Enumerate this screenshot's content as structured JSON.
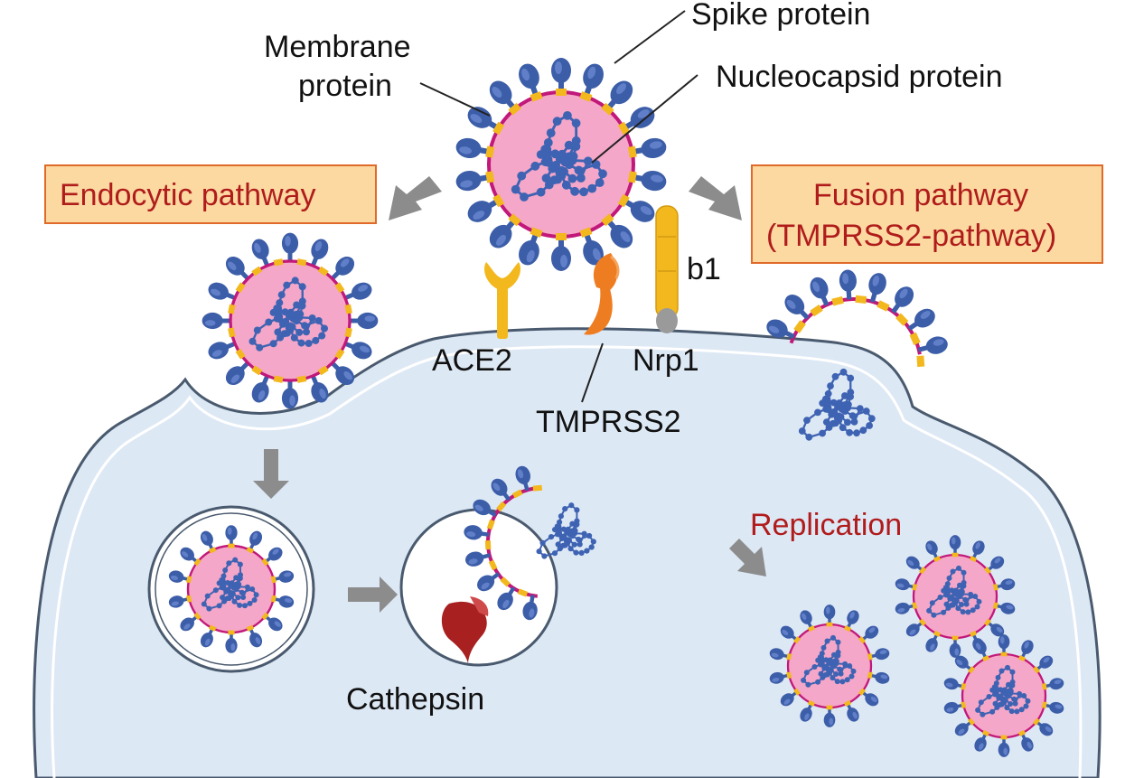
{
  "labels": {
    "spike_protein": "Spike protein",
    "membrane_protein_line1": "Membrane",
    "membrane_protein_line2": "protein",
    "nucleocapsid_protein": "Nucleocapsid protein",
    "endocytic_pathway": "Endocytic pathway",
    "fusion_pathway_line1": "Fusion pathway",
    "fusion_pathway_line2": "(TMPRSS2-pathway)",
    "b1": "b1",
    "ace2": "ACE2",
    "nrp1": "Nrp1",
    "tmprss2": "TMPRSS2",
    "replication": "Replication",
    "cathepsin": "Cathepsin"
  },
  "colors": {
    "cell": "#dde8f5",
    "cell_outline": "#4a5a6e",
    "virus_core": "#f4a7c8",
    "envelope": "#c2187a",
    "spike": "#3c5da8",
    "membrane_protein": "#f2b81e",
    "genome": "#3f63b3",
    "ace2": "#f2b81e",
    "tmprss2": "#ee7d22",
    "nrp1": "#f2b81e",
    "cathepsin": "#a82020",
    "arrow": "#8c8c8c",
    "label_box_fill": "#fbd9a0",
    "label_box_border": "#e06a2a",
    "pathway_text": "#b01c1c"
  }
}
